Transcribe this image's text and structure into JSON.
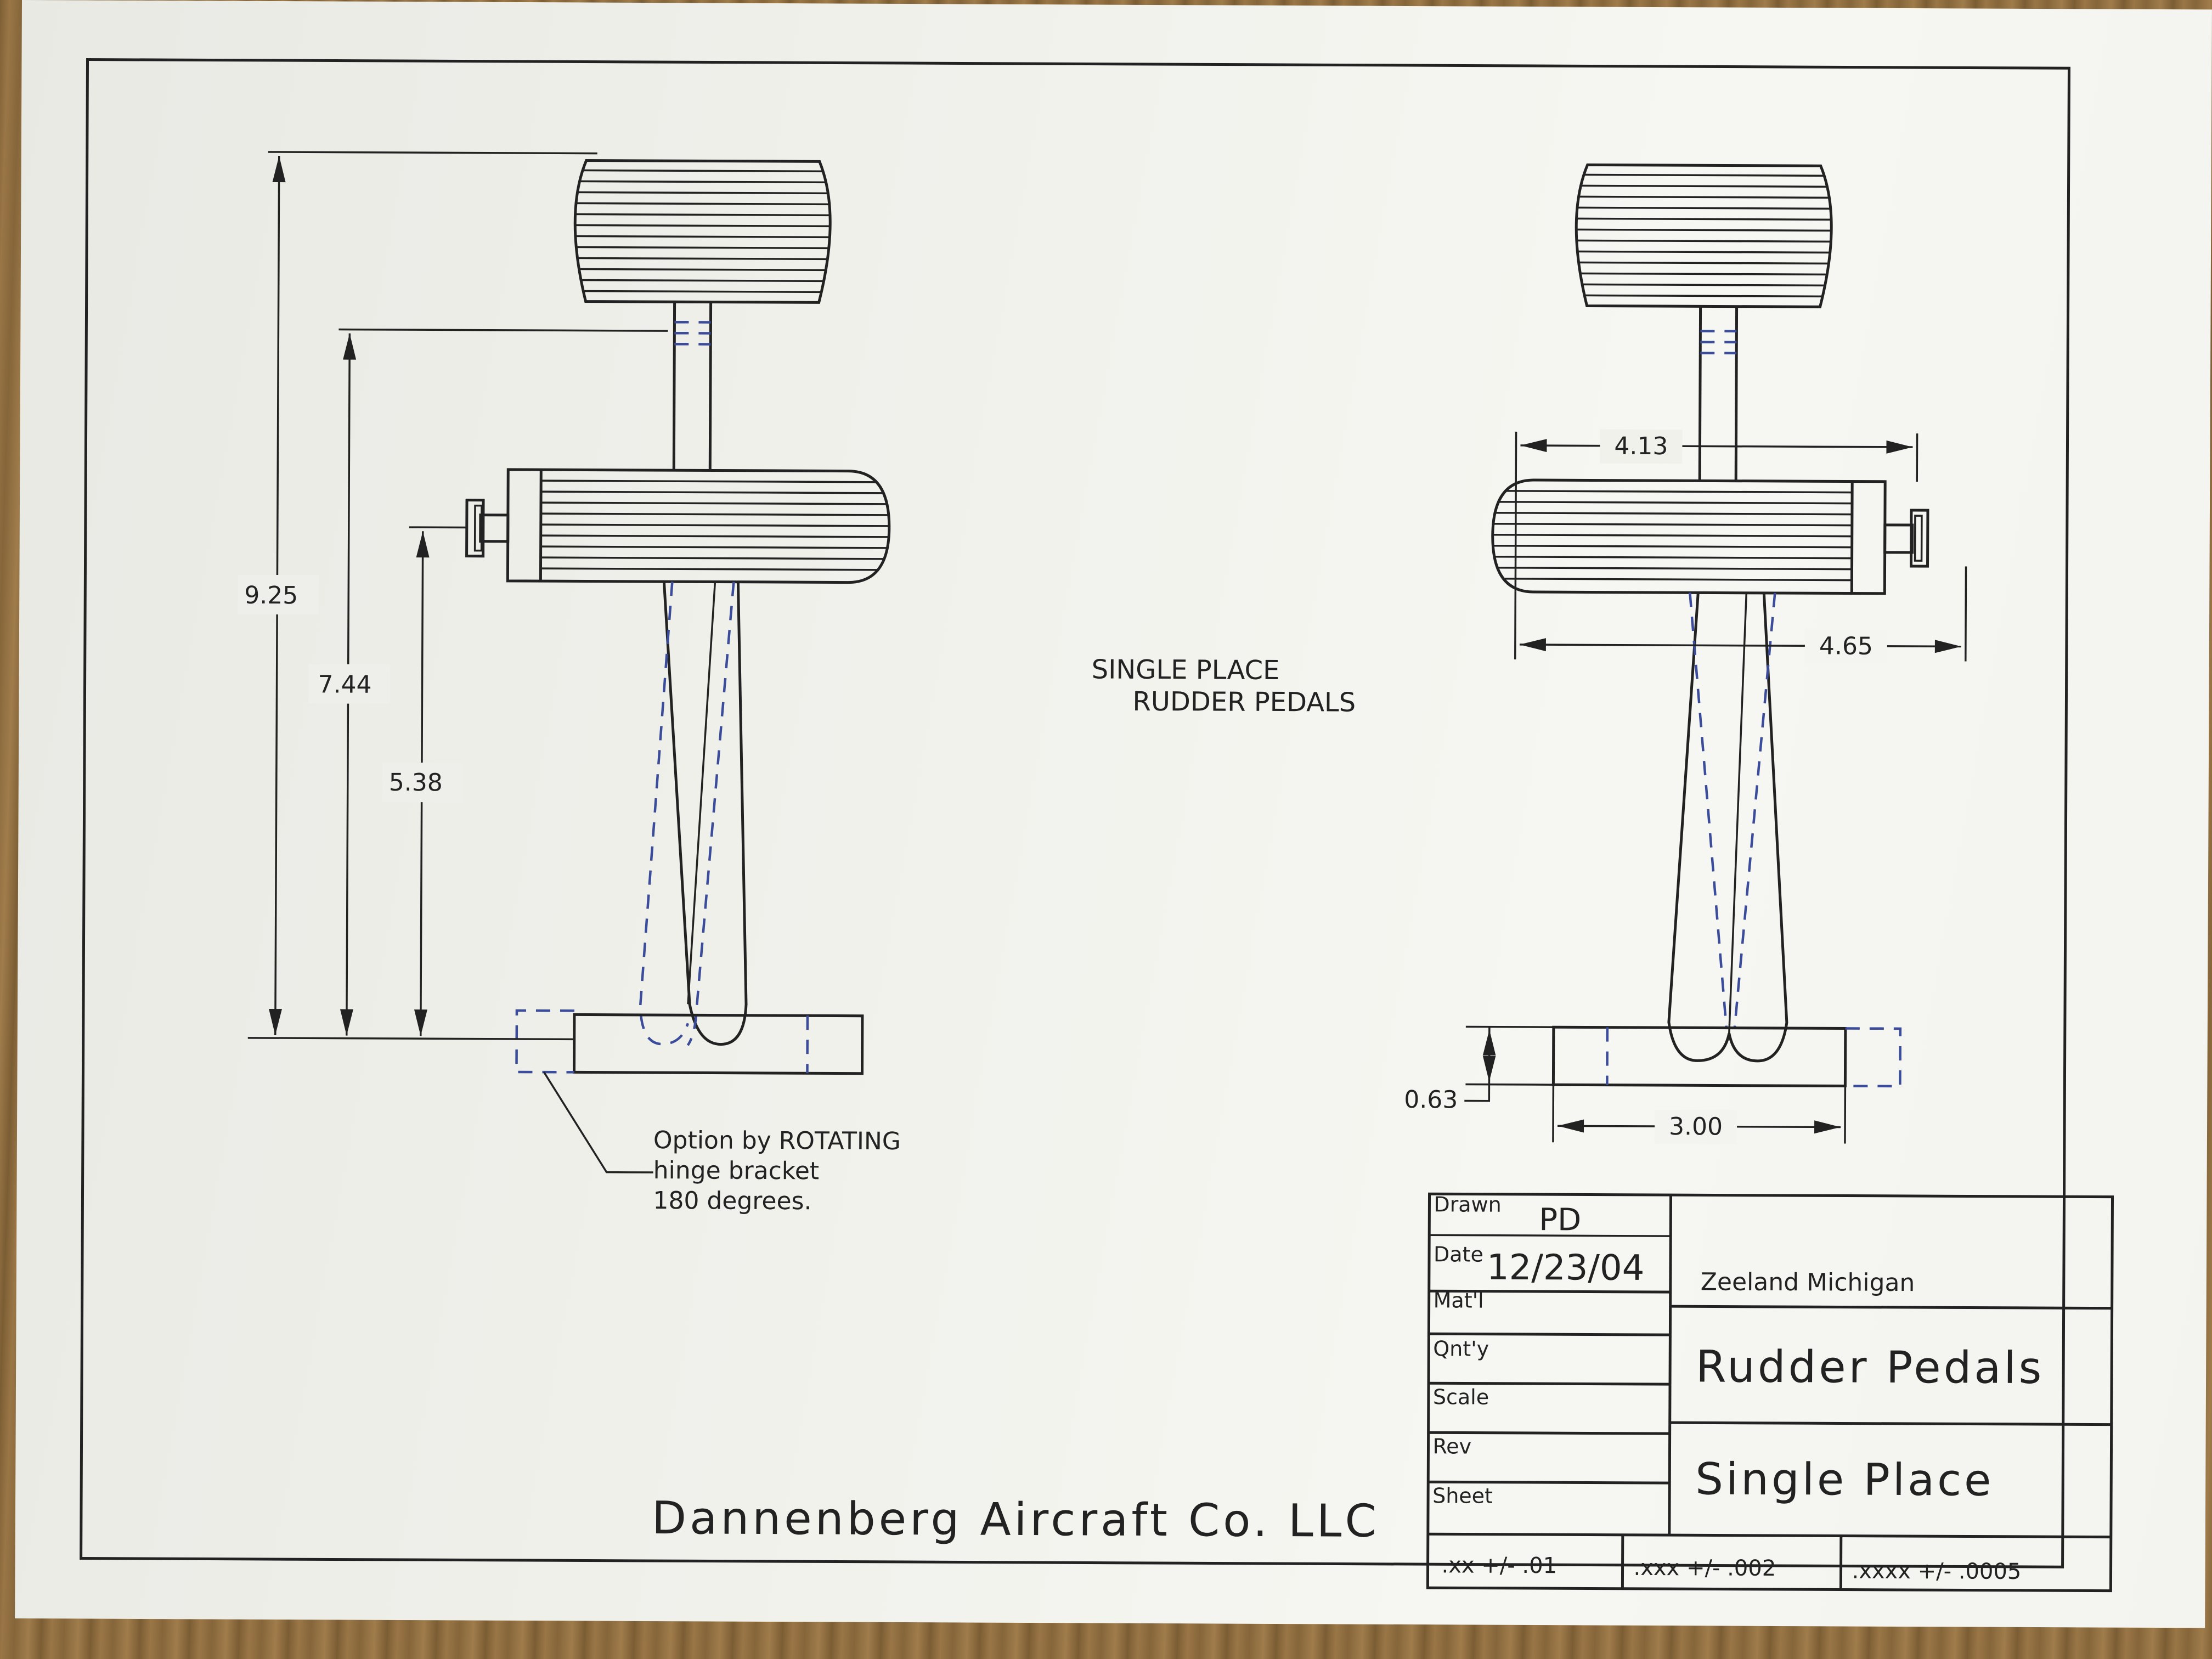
{
  "dimensions": {
    "overall_height": "9.25",
    "stem_height": "7.44",
    "pivot_height": "5.38",
    "inner_width": "4.13",
    "outer_width": "4.65",
    "base_height": "0.63",
    "base_width": "3.00"
  },
  "notes": {
    "option_line1": "Option by ROTATING",
    "option_line2": "hinge bracket",
    "option_line3": "180 degrees.",
    "view_title_line1": "SINGLE PLACE",
    "view_title_line2": "RUDDER PEDALS"
  },
  "company": "Dannenberg Aircraft Co. LLC",
  "title_block": {
    "drawn_label": "Drawn",
    "drawn_value": "PD",
    "date_label": "Date",
    "date_value": "12/23/04",
    "material_label": "Mat'l",
    "quantity_label": "Qnt'y",
    "scale_label": "Scale",
    "rev_label": "Rev",
    "sheet_label": "Sheet",
    "location": "Zeeland Michigan",
    "title": "Rudder Pedals",
    "subtitle": "Single Place",
    "tolerance_xx": ".xx +/- .01",
    "tolerance_xxx": ".xxx +/- .002",
    "tolerance_xxxx": ".xxxx +/- .0005"
  },
  "colors": {
    "line": "#222222",
    "hidden_line": "#3b4d9a",
    "paper": "#f3f3ef"
  }
}
